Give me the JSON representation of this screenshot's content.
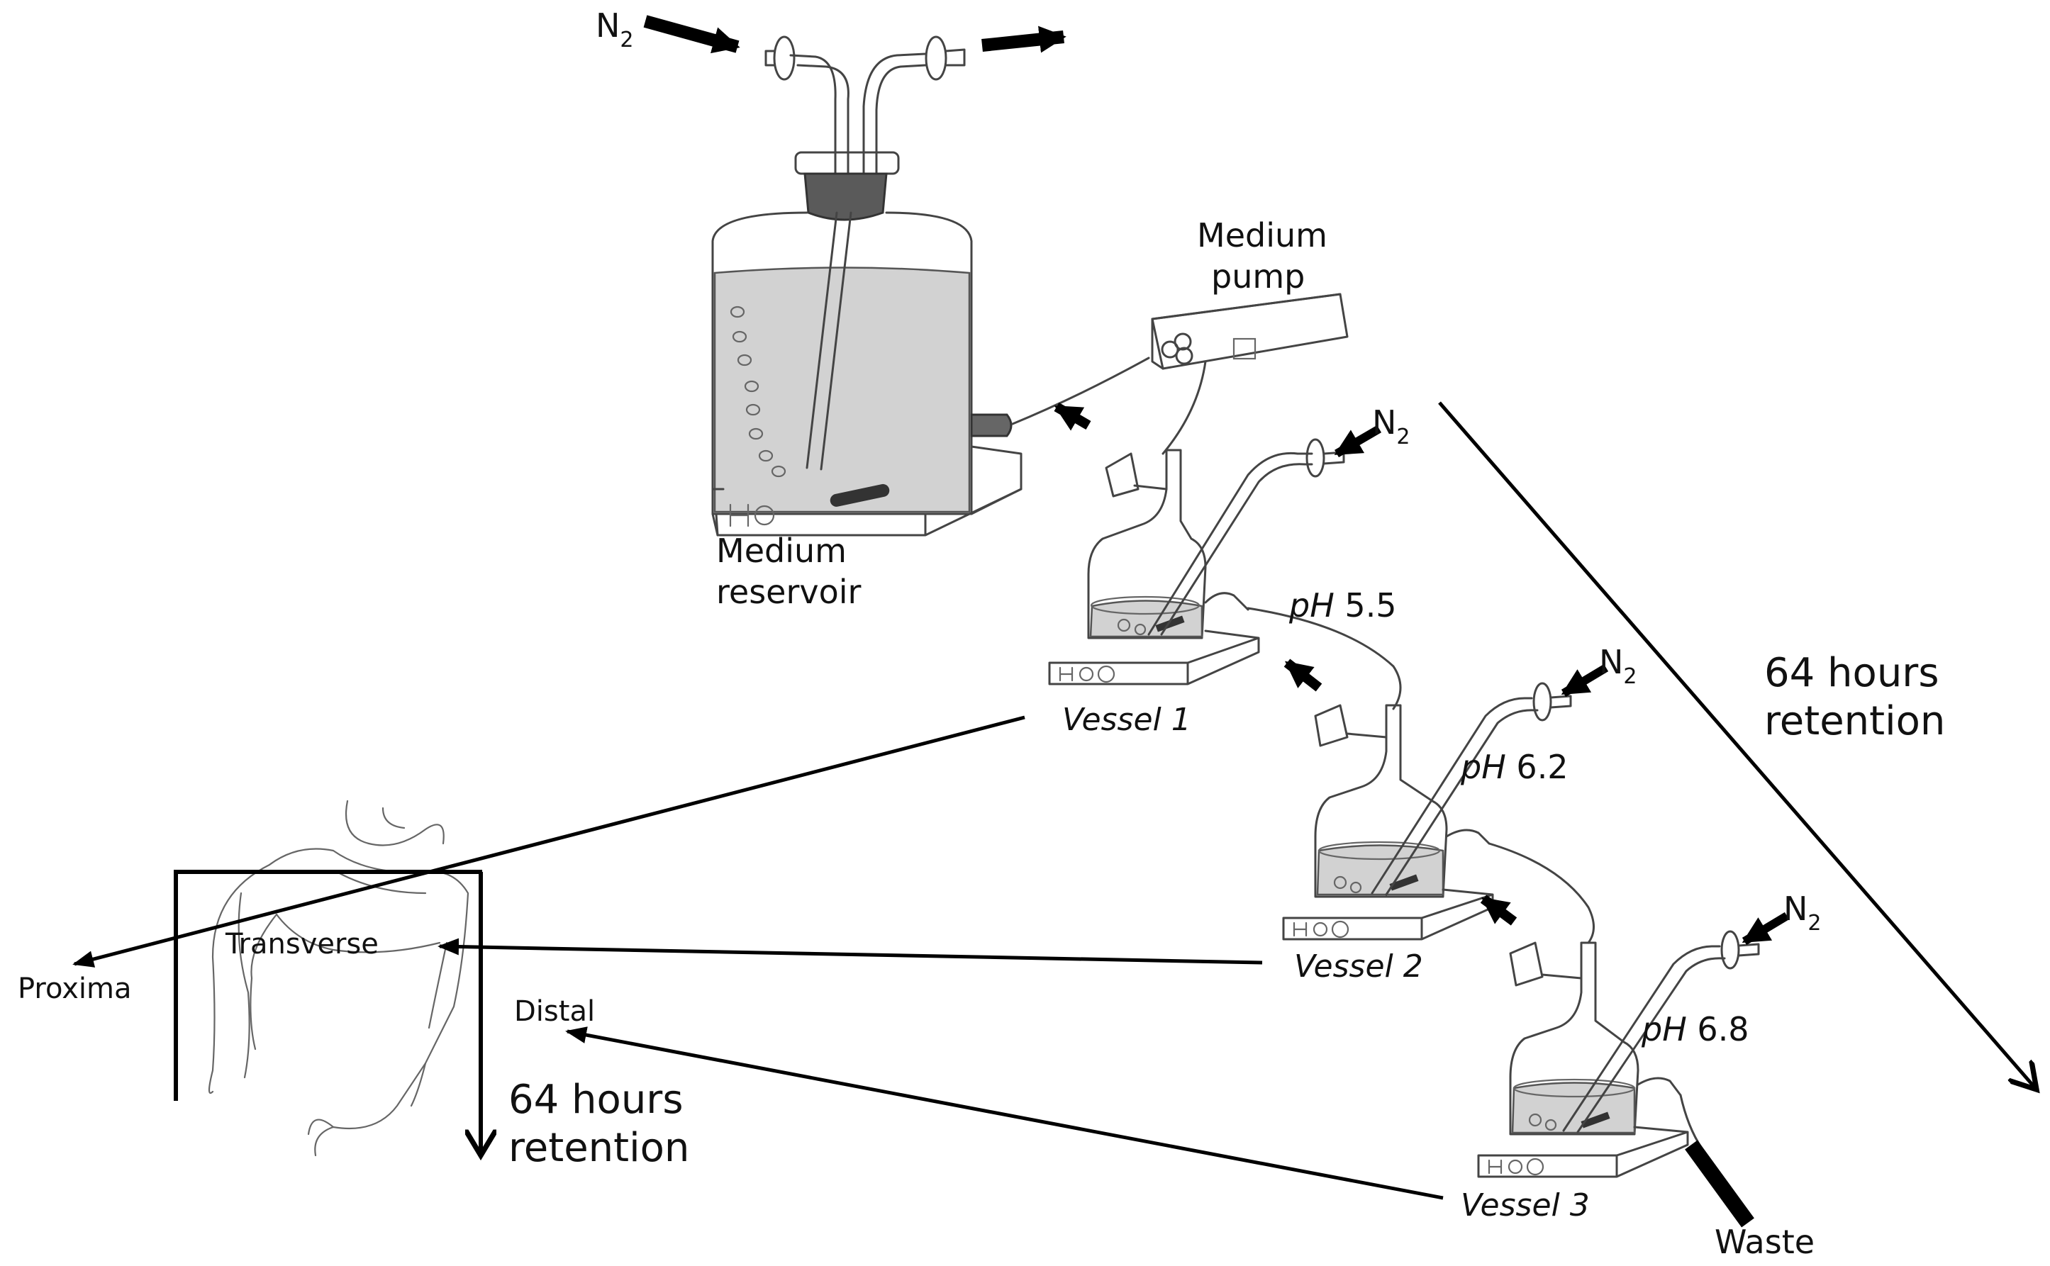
{
  "diagram": {
    "reservoir": {
      "gas_label": "N",
      "gas_subscript": "2",
      "label_line1": "Medium",
      "label_line2": "reservoir"
    },
    "pump": {
      "label_line1": "Medium",
      "label_line2": "pump"
    },
    "vessels": [
      {
        "name": "Vessel 1",
        "ph_prefix": "pH",
        "ph_value": "5.5",
        "gas_label": "N",
        "gas_subscript": "2"
      },
      {
        "name": "Vessel 2",
        "ph_prefix": "pH",
        "ph_value": "6.2",
        "gas_label": "N",
        "gas_subscript": "2"
      },
      {
        "name": "Vessel 3",
        "ph_prefix": "pH",
        "ph_value": "6.8",
        "gas_label": "N",
        "gas_subscript": "2"
      }
    ],
    "waste_label": "Waste",
    "retention_right": {
      "line1": "64 hours",
      "line2": "retention"
    },
    "retention_left": {
      "line1": "64 hours",
      "line2": "retention"
    },
    "colon_regions": {
      "proximal": "Proxima",
      "transverse": "Transverse",
      "distal": "Distal"
    }
  }
}
